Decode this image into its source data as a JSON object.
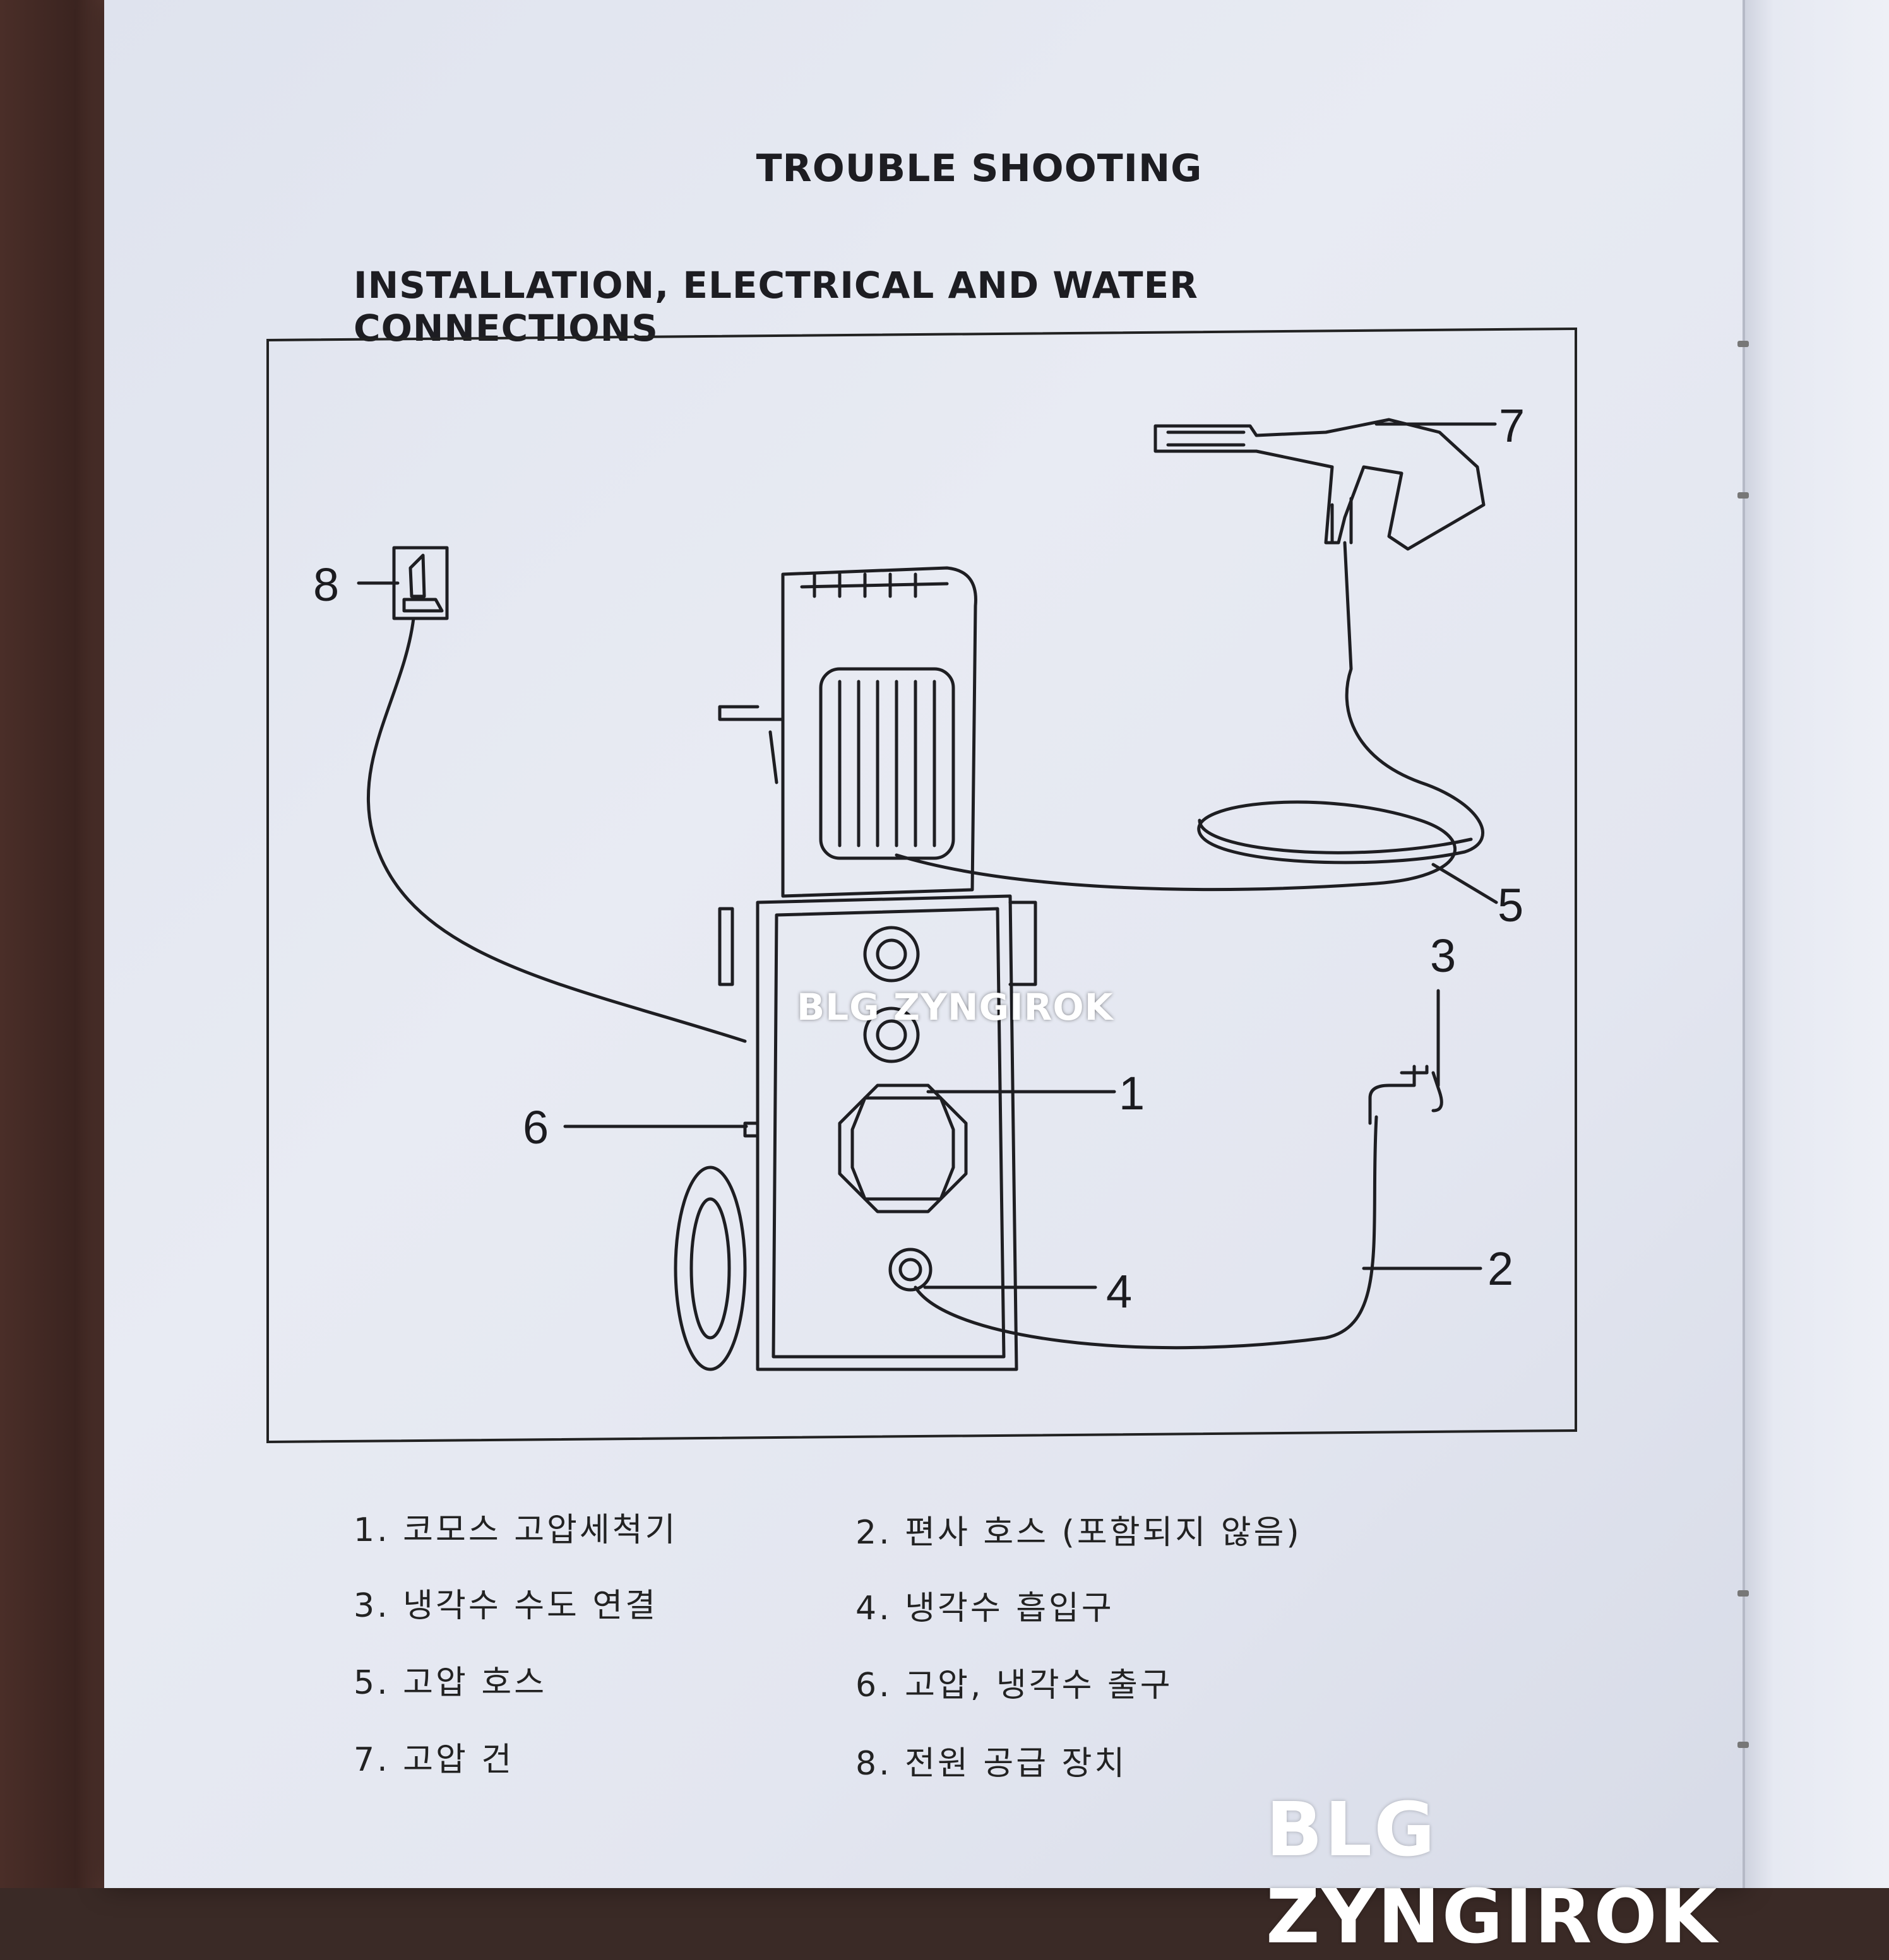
{
  "document": {
    "heading": "TROUBLE SHOOTING",
    "section_title": "INSTALLATION, ELECTRICAL AND WATER CONNECTIONS"
  },
  "diagram": {
    "callouts": [
      "1",
      "2",
      "3",
      "4",
      "5",
      "6",
      "7",
      "8"
    ]
  },
  "legend": [
    {
      "number": "1.",
      "text": "코모스 고압세척기"
    },
    {
      "number": "2.",
      "text": "편사 호스 (포함되지 않음)"
    },
    {
      "number": "3.",
      "text": "냉각수 수도 연결"
    },
    {
      "number": "4.",
      "text": "냉각수 흡입구"
    },
    {
      "number": "5.",
      "text": "고압 호스"
    },
    {
      "number": "6.",
      "text": "고압, 냉각수 출구"
    },
    {
      "number": "7.",
      "text": "고압 건"
    },
    {
      "number": "8.",
      "text": "전원 공급 장치"
    }
  ],
  "watermark": {
    "text": "BLG ZYNGIROK"
  }
}
